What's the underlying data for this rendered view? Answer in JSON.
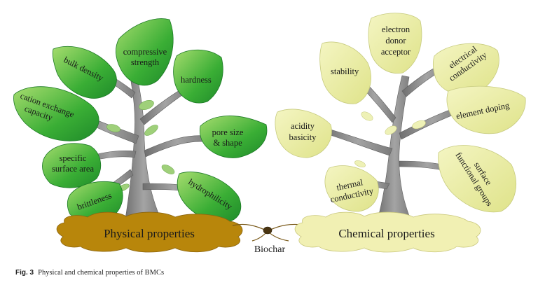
{
  "figure": {
    "caption_label": "Fig. 3",
    "caption_text": "Physical and chemical properties of BMCs"
  },
  "physical": {
    "base_label": "Physical properties",
    "leaves": [
      "bulk density",
      "compressive strength",
      "hardness",
      "cation exchange capacity",
      "pore size & shape",
      "specific surface area",
      "brittleness",
      "hydrophilicity"
    ]
  },
  "chemical": {
    "base_label": "Chemical properties",
    "leaves": [
      "stability",
      "electron donor acceptor",
      "electrical conductivity",
      "acidity basicity",
      "element doping",
      "thermal conductivity",
      "surface functional groups"
    ]
  },
  "center": {
    "label": "Biochar"
  },
  "colors": {
    "physical_leaf": "#3db43a",
    "chemical_leaf": "#e9ec9c",
    "trunk": "#8a8a8a",
    "physical_base": "#b8860b",
    "chemical_base": "#f1f0b3"
  }
}
